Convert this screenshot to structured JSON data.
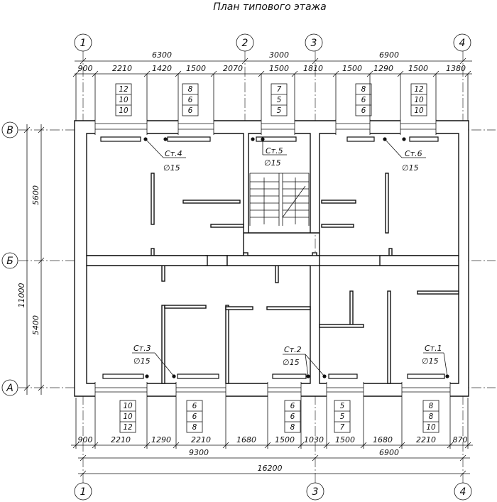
{
  "title": "План типового этажа",
  "axes": {
    "top": [
      "1",
      "2",
      "3",
      "4"
    ],
    "bottom": [
      "1",
      "3",
      "4"
    ],
    "left": [
      "В",
      "Б",
      "А"
    ]
  },
  "dims_top_row1": [
    "6300",
    "3000",
    "6900"
  ],
  "dims_top_row2": [
    "900",
    "2210",
    "1420",
    "1500",
    "2070",
    "1500",
    "1810",
    "1500",
    "1290",
    "1500",
    "1380"
  ],
  "dims_bottom_row1": [
    "900",
    "2210",
    "1290",
    "2210",
    "1680",
    "1500",
    "1030",
    "1500",
    "1680",
    "2210",
    "870"
  ],
  "dims_bottom_row2": [
    "9300",
    "6900"
  ],
  "dims_bottom_row3": [
    "16200"
  ],
  "dims_left_inner": [
    "5600",
    "5400"
  ],
  "dims_left_outer": [
    "11000"
  ],
  "top_boxes": [
    [
      "12",
      "10",
      "10"
    ],
    [
      "8",
      "6",
      "6"
    ],
    [
      "7",
      "5",
      "5"
    ],
    [
      "8",
      "6",
      "6"
    ],
    [
      "12",
      "10",
      "10"
    ]
  ],
  "bottom_boxes": [
    [
      "10",
      "10",
      "12"
    ],
    [
      "6",
      "6",
      "8"
    ],
    [
      "6",
      "6",
      "8"
    ],
    [
      "5",
      "5",
      "7"
    ],
    [
      "8",
      "8",
      "10"
    ]
  ],
  "risers": [
    {
      "name": "Ст.4",
      "dia": "∅15"
    },
    {
      "name": "Ст.5",
      "dia": "∅15"
    },
    {
      "name": "Ст.6",
      "dia": "∅15"
    },
    {
      "name": "Ст.3",
      "dia": "∅15"
    },
    {
      "name": "Ст.2",
      "dia": "∅15"
    },
    {
      "name": "Ст.1",
      "dia": "∅15"
    }
  ]
}
